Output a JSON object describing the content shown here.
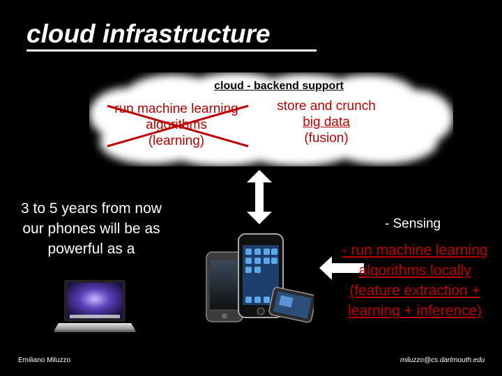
{
  "title": "cloud infrastructure",
  "cloud": {
    "label": "cloud - backend support",
    "left_lines": [
      "run machine learning",
      "algorithms",
      "(learning)"
    ],
    "right_lines": [
      "store and crunch",
      "big data",
      "(fusion)"
    ],
    "right_underlined_word": "big data"
  },
  "phones_text": "3 to 5 years from now our phones will be as powerful as a",
  "sensing": "- Sensing",
  "local_text": "- run machine learning algorithms locally (feature extraction + learning + inference)",
  "footer": {
    "left": "Emiliano Miluzzo",
    "right": "miluzzo@cs.dartmouth.edu"
  },
  "colors": {
    "background": "#000000",
    "text": "#ffffff",
    "accent_red": "#c00000",
    "cloud_fill": "#ffffff"
  },
  "icons": [
    "cloud-shape",
    "cross-out-icon",
    "vertical-double-arrow-icon",
    "left-arrow-icon",
    "laptop-image",
    "phones-image"
  ]
}
